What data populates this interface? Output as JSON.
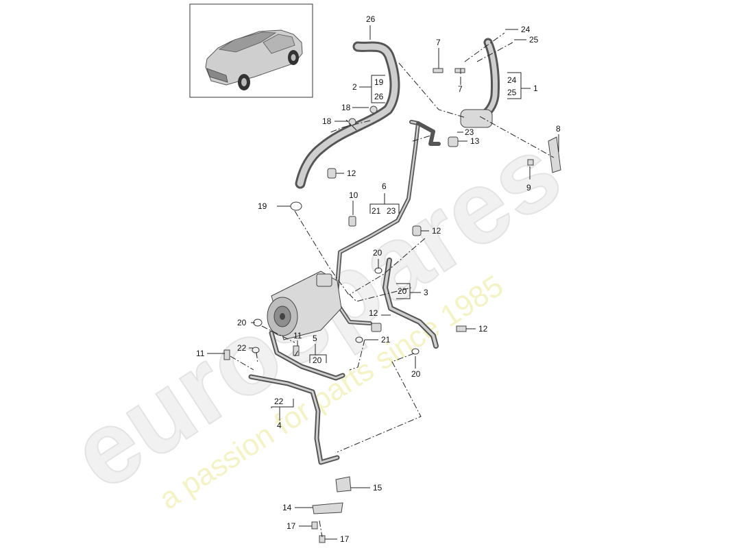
{
  "watermark": {
    "brand": "eurospares",
    "tagline": "a passion for parts since 1985"
  },
  "thumbnail": {
    "icon": "suv-car-icon"
  },
  "labels": {
    "l1": "1",
    "l2": "2",
    "l3": "3",
    "l4": "4",
    "l5": "5",
    "l6": "6",
    "l7a": "7",
    "l7b": "7",
    "l8": "8",
    "l9": "9",
    "l10": "10",
    "l11a": "11",
    "l11b": "11",
    "l12a": "12",
    "l12b": "12",
    "l12c": "12",
    "l12d": "12",
    "l13": "13",
    "l14": "14",
    "l15": "15",
    "l17a": "17",
    "l17b": "17",
    "l18a": "18",
    "l18b": "18",
    "l19": "19",
    "l20a": "20",
    "l20b": "20",
    "l20c": "20",
    "l20d": "20",
    "l20e": "20",
    "l21a": "21",
    "l21b": "21",
    "l22a": "22",
    "l22b": "22",
    "l23a": "23",
    "l23b": "23",
    "l24a": "24",
    "l24b": "24",
    "l25a": "25",
    "l25b": "25",
    "l26a": "26",
    "l26b": "26",
    "l19b": "19"
  }
}
